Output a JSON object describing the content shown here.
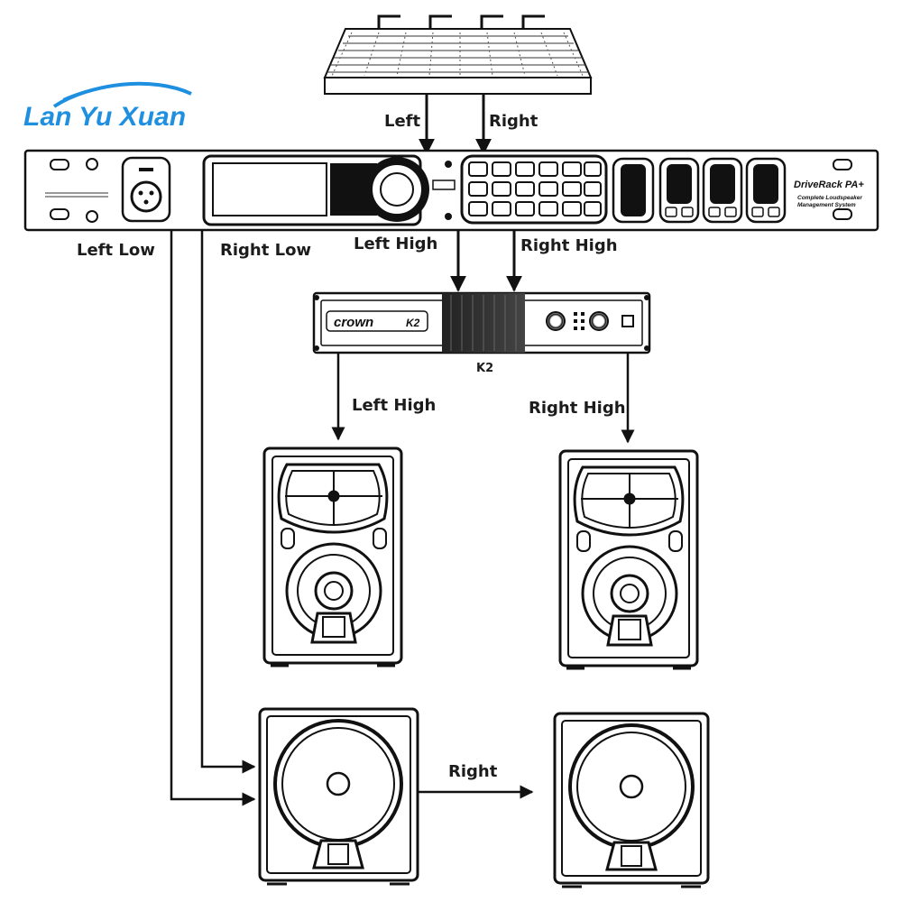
{
  "logo": {
    "text": "Lan Yu Xuan",
    "color": "#1f8fe0"
  },
  "device": {
    "brand": "DriveRack PA+",
    "tagline_1": "Complete Loudspeaker",
    "tagline_2": "Management System",
    "amp_brand": "crown",
    "amp_model": "K2"
  },
  "labels": {
    "console_left": "Left",
    "console_right": "Right",
    "left_low": "Left Low",
    "right_low": "Right Low",
    "left_high_top": "Left High",
    "right_high_top": "Right High",
    "amp_name": "K2",
    "left_high_bottom": "Left High",
    "right_high_bottom": "Right High",
    "sub_link_right": "Right"
  },
  "colors": {
    "ink": "#111111",
    "accent": "#1f8fe0"
  }
}
